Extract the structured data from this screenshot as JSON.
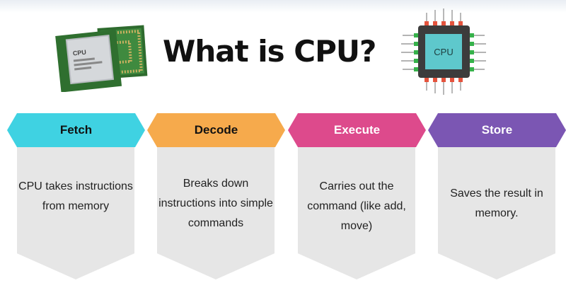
{
  "title": "What is CPU?",
  "cpu_icon_label": "CPU",
  "chip_photo_label": "CPU",
  "steps": [
    {
      "label": "Fetch",
      "text": "CPU takes instructions from memory",
      "color": "#3fd2e2",
      "text_color": "#111111"
    },
    {
      "label": "Decode",
      "text": "Breaks down instructions into simple commands",
      "color": "#f6aa4c",
      "text_color": "#111111"
    },
    {
      "label": "Execute",
      "text": "Carries out the command (like add, move)",
      "color": "#dd4a8c",
      "text_color": "#ffffff"
    },
    {
      "label": "Store",
      "text": "Saves the result in memory.",
      "color": "#7b56b3",
      "text_color": "#ffffff"
    }
  ]
}
